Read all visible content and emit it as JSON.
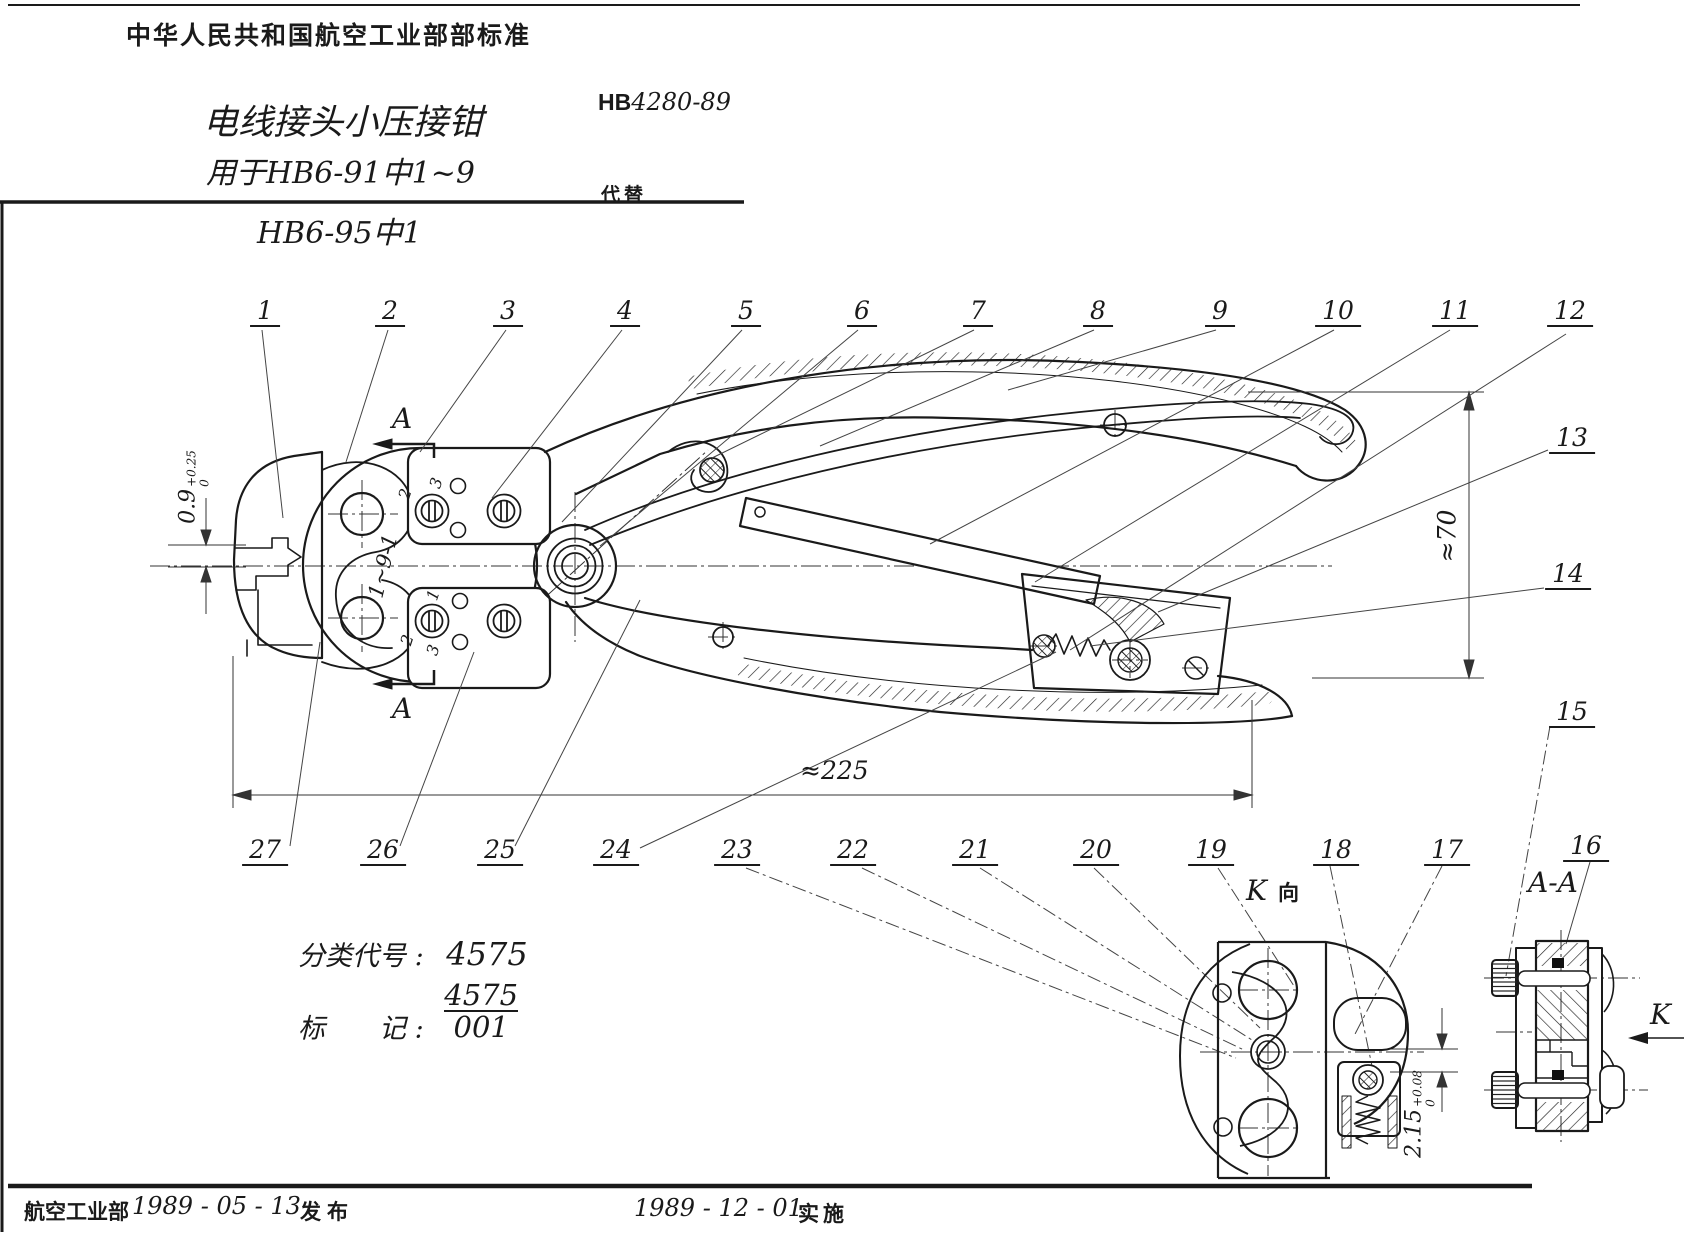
{
  "colors": {
    "ink": "#1a1a1a",
    "paper": "#ffffff"
  },
  "document": {
    "header": "中华人民共和国航空工业部部标准",
    "title": "电线接头小压接钳",
    "subtitle1": "用于HB6-91中1~9",
    "subtitle2": "HB6-95中1",
    "standard_no_prefix": "HB",
    "standard_no_number": "4280-89",
    "supersedes_label": "代替"
  },
  "callouts": [
    "1",
    "2",
    "3",
    "4",
    "5",
    "6",
    "7",
    "8",
    "9",
    "10",
    "11",
    "12",
    "13",
    "14",
    "15",
    "16",
    "17",
    "18",
    "19",
    "20",
    "21",
    "22",
    "23",
    "24",
    "25",
    "26",
    "27"
  ],
  "labels": {
    "section_a_top": "A",
    "section_a_bottom": "A",
    "section_aa": "A-A",
    "view_k_letter": "K",
    "view_k_word": "向",
    "k_arrow_letter": "K",
    "cam_range": "1~9-1",
    "top_plate_holes": [
      "2",
      "3"
    ],
    "bottom_plate_holes": [
      "1",
      "2",
      "3"
    ]
  },
  "dimensions": {
    "overall_length": "≈225",
    "height": "≈70",
    "slot_width": {
      "value": "0.9",
      "tol_upper": "+0.25",
      "tol_lower": "0"
    },
    "die_gap": {
      "value": "2.15",
      "tol_upper": "+0.08",
      "tol_lower": "0"
    }
  },
  "classification": {
    "category_label": "分类代号 :",
    "category_value": "4575",
    "mark_label": "标　　记 :",
    "mark_numerator": "4575",
    "mark_denominator": "001"
  },
  "footer": {
    "org": "航空工业部",
    "issue_date": "1989 - 05 - 13",
    "issue_word": "发布",
    "impl_date": "1989 - 12 - 01",
    "impl_word": "实施"
  }
}
